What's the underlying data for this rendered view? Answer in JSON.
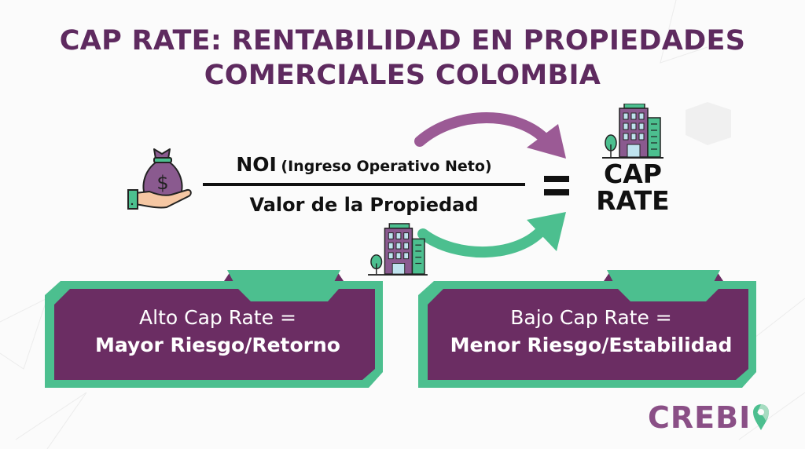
{
  "title": {
    "line1": "CAP RATE: RENTABILIDAD EN PROPIEDADES",
    "line2": "COMERCIALES COLOMBIA"
  },
  "formula": {
    "numerator_bold": "NOI",
    "numerator_detail": "(Ingreso Operativo Neto)",
    "denominator": "Valor de la Propiedad",
    "equals": "=",
    "result_line1": "CAP",
    "result_line2": "RATE"
  },
  "icons": {
    "numerator": "money-bag-in-hand-icon",
    "denominator": "office-building-icon",
    "result": "office-building-icon"
  },
  "cards": [
    {
      "line1": "Alto Cap Rate =",
      "line2": "Mayor Riesgo/Retorno"
    },
    {
      "line1": "Bajo Cap Rate =",
      "line2": "Menor Riesgo/Estabilidad"
    }
  ],
  "logo": {
    "text": "CREBI"
  },
  "colors": {
    "title_purple": "#5e2a5f",
    "card_purple": "#6b2d63",
    "accent_green": "#4cbf8f",
    "arrow_purple": "#9b5a95",
    "arrow_green": "#4cbf8f",
    "logo_purple": "#8a4f86"
  }
}
